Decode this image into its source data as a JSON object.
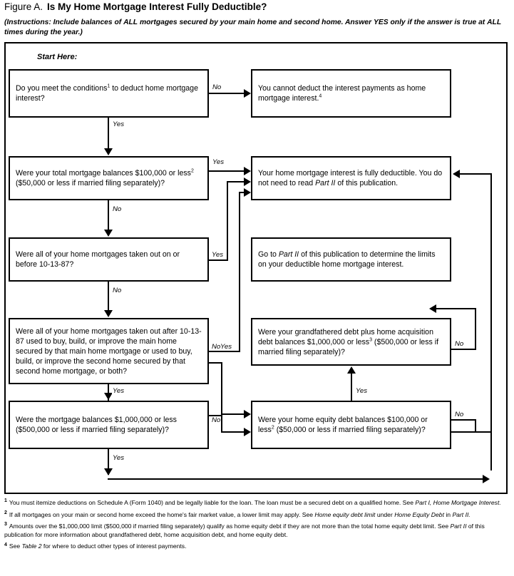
{
  "figure": {
    "label": "Figure A.",
    "title": "Is My Home Mortgage Interest Fully Deductible?",
    "instructions": "(Instructions: Include balances of ALL mortgages secured by your main home and second home. Answer YES only if the answer is true at ALL times during the year.)",
    "start_label": "Start Here:"
  },
  "nodes": {
    "q1": "Do you meet the conditions1 to deduct home mortgage interest?",
    "end_nodeduct": "You cannot deduct the interest payments as home mortgage interest.4",
    "q2": "Were your total mortgage balances $100,000 or less2 ($50,000 or less if married filing separately)?",
    "end_fully": "Your home mortgage interest is fully deductible. You do not need to read Part II of this publication.",
    "q3": "Were all of your home mortgages taken out on or before 10-13-87?",
    "end_partii": "Go to Part II of this publication to determine the limits on your deductible home mortgage interest.",
    "q4": "Were all of your home mortgages taken out after 10-13-87 used to buy, build, or improve the main home secured by that main home mortgage or used to buy, build, or improve the second home secured by that second home mortgage, or both?",
    "q5": "Were your grandfathered debt plus home acquisition debt balances $1,000,000 or less3 ($500,000 or less if married filing separately)?",
    "q6": "Were the mortgage balances $1,000,000 or less ($500,000 or less if married filing separately)?",
    "q7": "Were your home equity debt balances $100,000 or less2 ($50,000 or less if married filing separately)?"
  },
  "edge_labels": {
    "q1_no": "No",
    "q1_yes": "Yes",
    "q2_yes": "Yes",
    "q2_no": "No",
    "q3_yes": "Yes",
    "q3_no": "No",
    "q4_no": "No",
    "q4_yes": "Yes",
    "q5_no": "No",
    "q5_yes_in": "Yes",
    "q6_no": "No",
    "q6_yes": "Yes",
    "q7_no": "No",
    "q7_yes": "Yes"
  },
  "footnotes": [
    {
      "mark": "1",
      "text": "You must itemize deductions on Schedule A (Form 1040) and be legally liable for the loan. The loan must be a secured debt on a qualified home. See Part I, Home Mortgage Interest."
    },
    {
      "mark": "2",
      "text": "If all mortgages on your main or second home exceed the home's fair market value, a lower limit may apply. See Home equity debt limit under Home Equity Debt in Part II."
    },
    {
      "mark": "3",
      "text": "Amounts over the $1,000,000 limit ($500,000 if married filing separately) qualify as home equity debt if they are not more than the total home equity debt limit. See Part II of this publication for more information about grandfathered debt, home acquisition debt, and home equity debt."
    },
    {
      "mark": "4",
      "text": "See Table 2 for where to deduct other types of interest payments."
    }
  ]
}
